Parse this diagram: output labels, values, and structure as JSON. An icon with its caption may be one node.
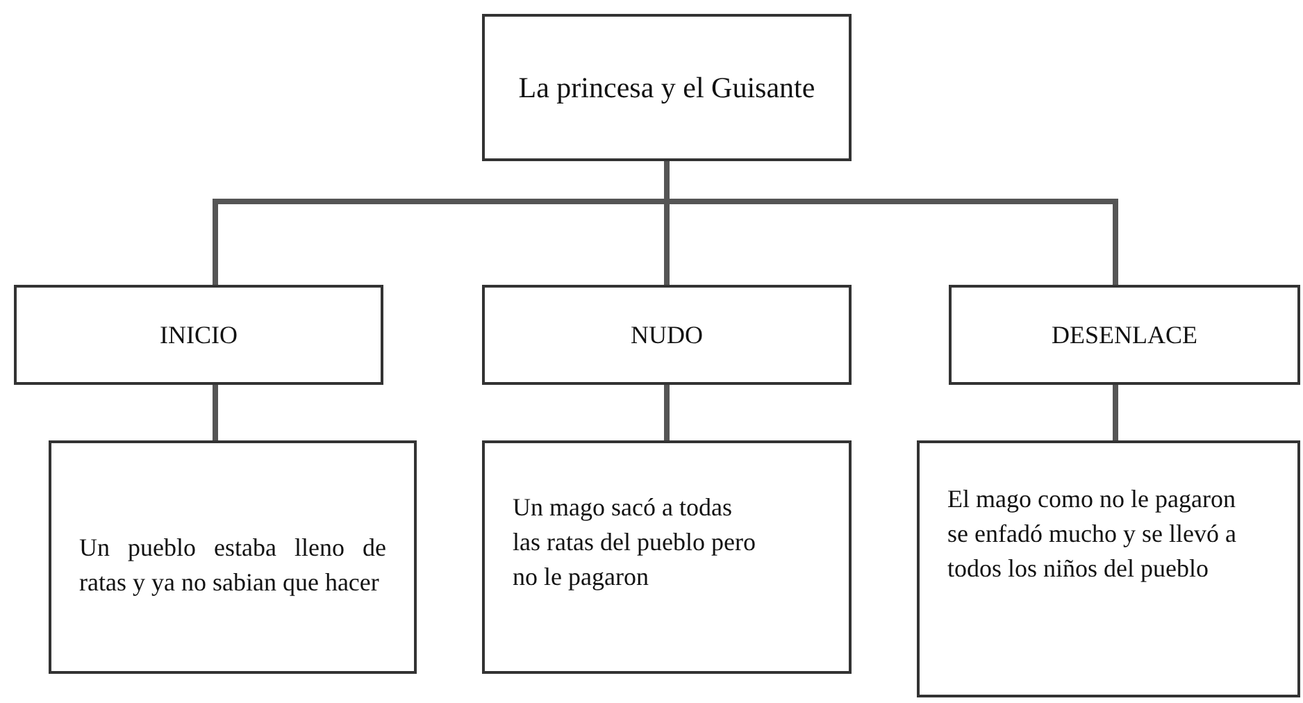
{
  "diagram": {
    "nodes": [
      {
        "text": [
          "La princesa y el Guisante"
        ]
      },
      {
        "text": [
          "INICIO"
        ]
      },
      {
        "text": [
          "NUDO"
        ]
      },
      {
        "text": [
          "DESENLACE"
        ]
      },
      {
        "text": [
          "Un pueblo estaba lleno de ratas y ya no sabian que hacer"
        ]
      },
      {
        "text": [
          "Un mago sacó a todas las ratas del pueblo pero no le pagaron"
        ]
      },
      {
        "text": [
          "El mago como no le pagaron se enfadó mucho y se llevó a todos los niños del pueblo"
        ]
      }
    ],
    "edges": [
      {
        "from": 0,
        "to": 1,
        "arrow": "none"
      },
      {
        "from": 0,
        "to": 2,
        "arrow": "none"
      },
      {
        "from": 0,
        "to": 3,
        "arrow": "none"
      },
      {
        "from": 1,
        "to": 4,
        "arrow": "none"
      },
      {
        "from": 2,
        "to": 5,
        "arrow": "none"
      },
      {
        "from": 3,
        "to": 6,
        "arrow": "none"
      }
    ]
  }
}
